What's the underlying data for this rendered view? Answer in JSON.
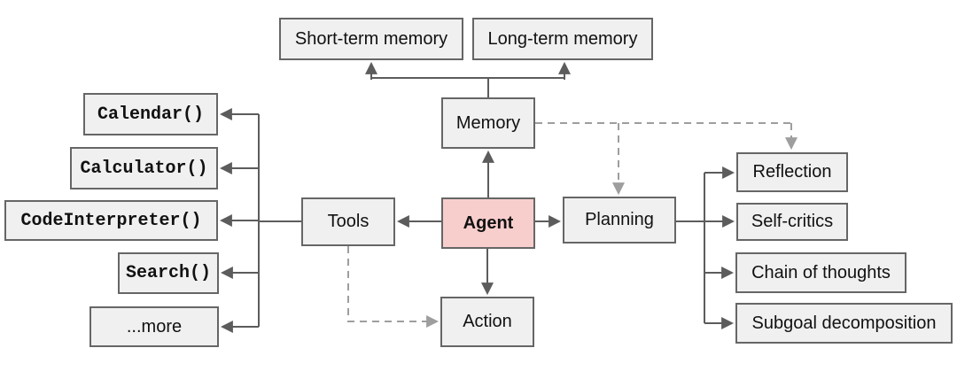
{
  "diagram": {
    "nodes": {
      "short_term_memory": {
        "label": "Short-term memory"
      },
      "long_term_memory": {
        "label": "Long-term memory"
      },
      "memory": {
        "label": "Memory"
      },
      "agent": {
        "label": "Agent"
      },
      "action": {
        "label": "Action"
      },
      "tools": {
        "label": "Tools"
      },
      "planning": {
        "label": "Planning"
      },
      "calendar": {
        "label": "Calendar()"
      },
      "calculator": {
        "label": "Calculator()"
      },
      "code_interpreter": {
        "label": "CodeInterpreter()"
      },
      "search": {
        "label": "Search()"
      },
      "more": {
        "label": "...more"
      },
      "reflection": {
        "label": "Reflection"
      },
      "self_critics": {
        "label": "Self-critics"
      },
      "chain_of_thoughts": {
        "label": "Chain of thoughts"
      },
      "subgoal_decomposition": {
        "label": "Subgoal decomposition"
      }
    },
    "edges": [
      {
        "from": "memory",
        "to": "short_term_memory",
        "style": "solid"
      },
      {
        "from": "memory",
        "to": "long_term_memory",
        "style": "solid"
      },
      {
        "from": "agent",
        "to": "memory",
        "style": "solid"
      },
      {
        "from": "agent",
        "to": "tools",
        "style": "solid"
      },
      {
        "from": "agent",
        "to": "planning",
        "style": "solid"
      },
      {
        "from": "agent",
        "to": "action",
        "style": "solid"
      },
      {
        "from": "tools",
        "to": "calendar",
        "style": "solid"
      },
      {
        "from": "tools",
        "to": "calculator",
        "style": "solid"
      },
      {
        "from": "tools",
        "to": "code_interpreter",
        "style": "solid"
      },
      {
        "from": "tools",
        "to": "search",
        "style": "solid"
      },
      {
        "from": "tools",
        "to": "more",
        "style": "solid"
      },
      {
        "from": "planning",
        "to": "reflection",
        "style": "solid"
      },
      {
        "from": "planning",
        "to": "self_critics",
        "style": "solid"
      },
      {
        "from": "planning",
        "to": "chain_of_thoughts",
        "style": "solid"
      },
      {
        "from": "planning",
        "to": "subgoal_decomposition",
        "style": "solid"
      },
      {
        "from": "memory",
        "to": "planning",
        "style": "dashed"
      },
      {
        "from": "memory",
        "to": "reflection",
        "style": "dashed"
      },
      {
        "from": "tools",
        "to": "action",
        "style": "dashed"
      }
    ],
    "colors": {
      "node_fill": "#f0f0f0",
      "node_border": "#666666",
      "agent_fill": "#f8cecc",
      "solid_line": "#5c5c5c",
      "dashed_line": "#9e9e9e",
      "text": "#111111",
      "background": "#ffffff"
    }
  }
}
